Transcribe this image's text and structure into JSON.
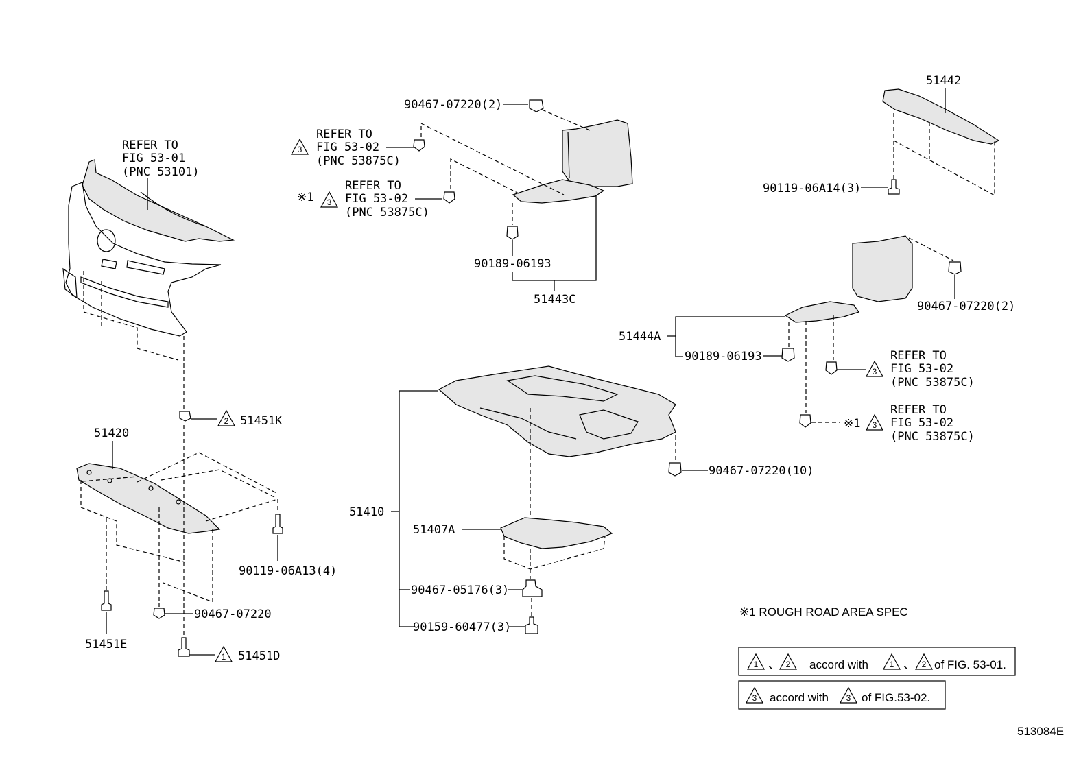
{
  "diagram_id": "513084E",
  "labels": {
    "bumper_ref": [
      "REFER TO",
      "FIG 53-01",
      "(PNC 53101)"
    ],
    "p_51442": "51442",
    "p_90119_06A14": "90119-06A14(3)",
    "p_90467_07220_2a": "90467-07220(2)",
    "ref_top_3": [
      "REFER TO",
      "FIG 53-02",
      "(PNC 53875C)"
    ],
    "ref_top_3_rough": [
      "REFER TO",
      "FIG 53-02",
      "(PNC 53875C)"
    ],
    "p_90189_06193_a": "90189-06193",
    "p_51443C": "51443C",
    "p_90467_07220_2b": "90467-07220(2)",
    "p_51444A": "51444A",
    "p_90189_06193_b": "90189-06193",
    "ref_right_3": [
      "REFER TO",
      "FIG 53-02",
      "(PNC 53875C)"
    ],
    "ref_right_3_rough": [
      "REFER TO",
      "FIG 53-02",
      "(PNC 53875C)"
    ],
    "p_51451K": "51451K",
    "p_51420": "51420",
    "p_90119_06A13": "90119-06A13(4)",
    "p_51451E": "51451E",
    "p_90467_07220_single": "90467-07220",
    "p_51451D": "51451D",
    "p_51410": "51410",
    "p_51407A": "51407A",
    "p_90467_05176": "90467-05176(3)",
    "p_90159_60477": "90159-60477(3)",
    "p_90467_07220_10": "90467-07220(10)",
    "rough_mark": "※1",
    "footnote": "※1 ROUGH ROAD AREA SPEC",
    "legend1_mid": "accord with",
    "legend1_end": "of FIG. 53-01.",
    "legend1_sep": "、",
    "legend2_mid": "accord with",
    "legend2_end": "of FIG.53-02."
  },
  "triangles": {
    "one": "1",
    "two": "2",
    "three": "3"
  }
}
